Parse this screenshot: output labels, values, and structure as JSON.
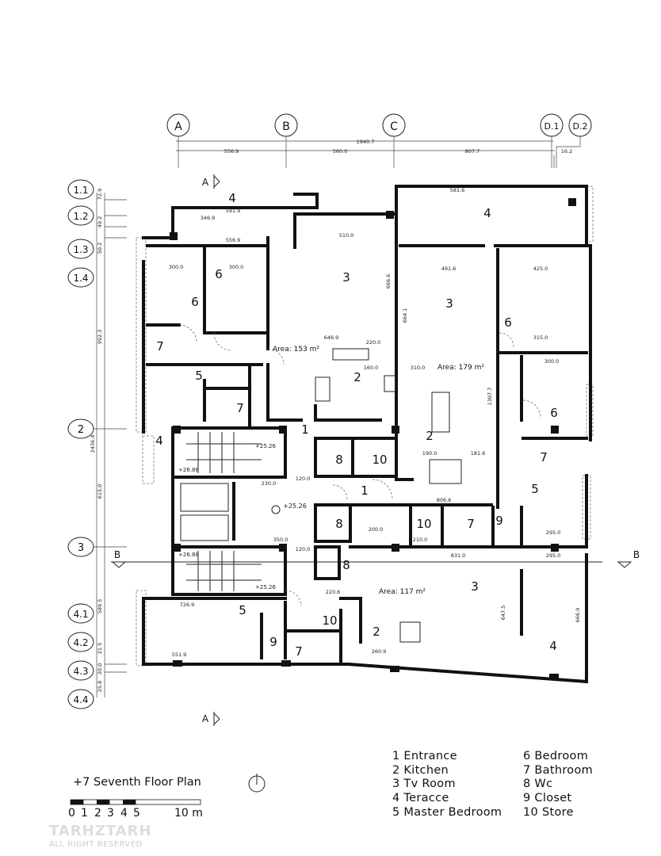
{
  "grid_columns": {
    "labels": [
      "A",
      "B",
      "C",
      "D.1",
      "D.2"
    ],
    "overall_dimension": "1940.7",
    "spans": [
      "556.9",
      "560.0",
      "807.7",
      "16.2"
    ]
  },
  "grid_rows": {
    "labels": [
      "1.1",
      "1.2",
      "1.3",
      "1.4",
      "2",
      "3",
      "4.1",
      "4.2",
      "4.3",
      "4.4"
    ],
    "overall_dimension": "2436.4",
    "spans": [
      "72.9",
      "49.2",
      "50.2",
      "992.3",
      "615.0",
      "589.5",
      "21.5",
      "20.0",
      "25.8"
    ]
  },
  "section_markers": {
    "a_top": "A",
    "a_bottom": "A",
    "b_left": "B",
    "b_right": "B"
  },
  "rooms": [
    "4",
    "6",
    "6",
    "3",
    "7",
    "5",
    "2",
    "7",
    "1",
    "4",
    "8",
    "10",
    "1",
    "8",
    "8",
    "10",
    "7",
    "9",
    "5",
    "7",
    "6",
    "6",
    "3",
    "2",
    "4",
    "3",
    "2",
    "4",
    "5",
    "10",
    "9",
    "7"
  ],
  "areas": [
    "Area: 153 m²",
    "Area: 179 m²",
    "Area: 117 m²"
  ],
  "levels": [
    "+25.26",
    "+26.88",
    "+25.26",
    "+26.88",
    "+25.26"
  ],
  "dimensions": [
    "591.9",
    "346.9",
    "556.9",
    "510.0",
    "581.6",
    "300.0",
    "300.0",
    "491.6",
    "425.0",
    "646.9",
    "220.0",
    "160.0",
    "310.0",
    "806.6",
    "831.0",
    "295.0",
    "726.9",
    "551.9",
    "190.0",
    "181.6",
    "200.0",
    "210.0",
    "350.0",
    "230.0",
    "120.0",
    "120.0",
    "300.0",
    "315.0",
    "295.0",
    "220.6",
    "260.9",
    "666.6",
    "664.1",
    "1307.7",
    "647.5",
    "666.9"
  ],
  "title": "+7  Seventh Floor Plan",
  "scale_bar": {
    "labels": [
      "0",
      "1",
      "2",
      "3",
      "4",
      "5",
      "10 m"
    ]
  },
  "legend": [
    "1  Entrance",
    "2  Kitchen",
    "3  Tv Room",
    "4  Teracce",
    "5  Master Bedroom",
    "6  Bedroom",
    "7  Bathroom",
    "8  Wc",
    "9  Closet",
    "10  Store"
  ],
  "watermark": {
    "name": "TARHZTARH",
    "sub": "ALL RIGHT RESERVED"
  }
}
